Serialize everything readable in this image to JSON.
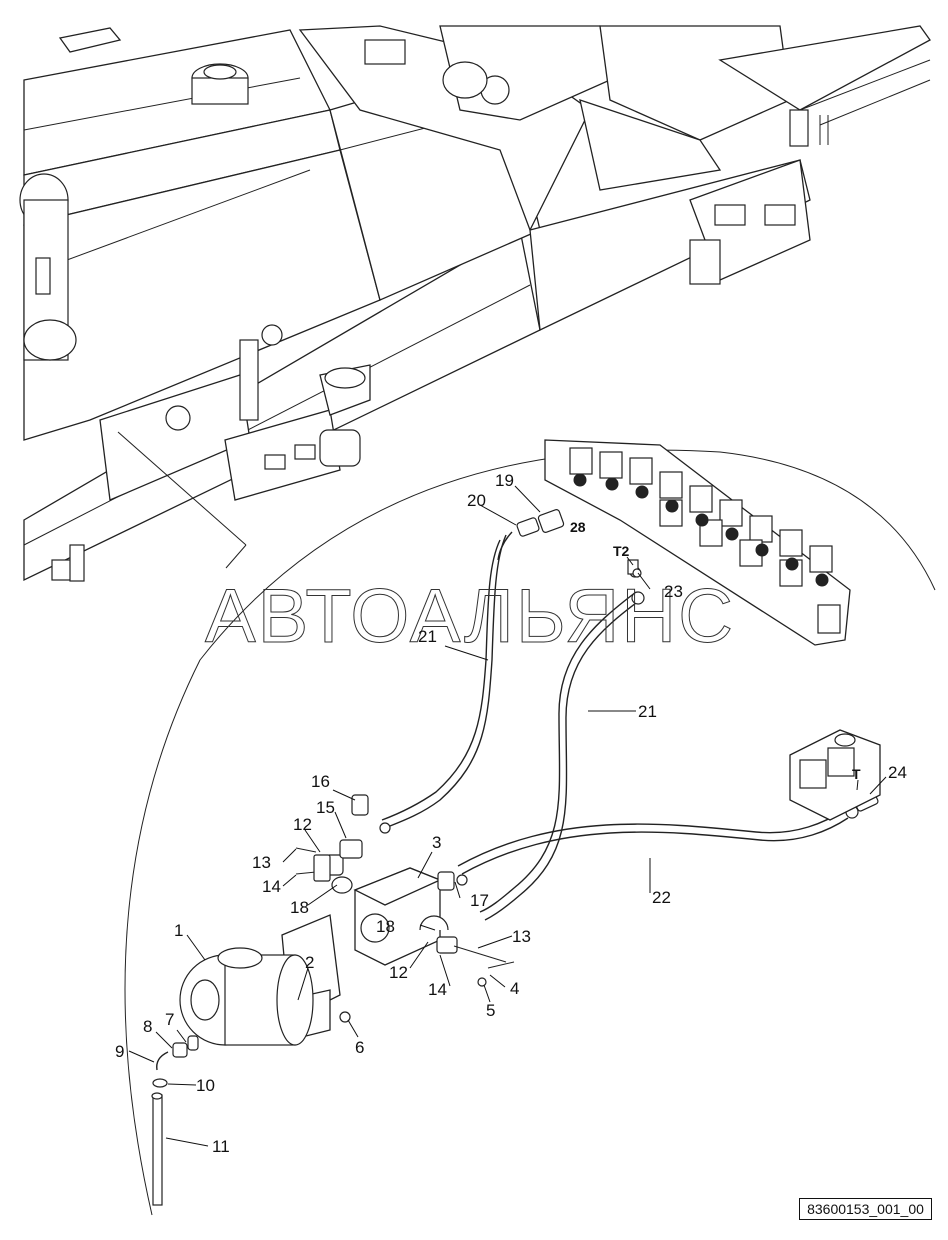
{
  "watermark": "АВТОАЛЬЯНС",
  "document_id": "83600153_001_00",
  "port_labels": {
    "t2": "T2",
    "t": "T",
    "p28": "28"
  },
  "callouts": [
    {
      "id": "c1",
      "text": "1"
    },
    {
      "id": "c2",
      "text": "2"
    },
    {
      "id": "c3",
      "text": "3"
    },
    {
      "id": "c4",
      "text": "4"
    },
    {
      "id": "c5",
      "text": "5"
    },
    {
      "id": "c6",
      "text": "6"
    },
    {
      "id": "c7",
      "text": "7"
    },
    {
      "id": "c8",
      "text": "8"
    },
    {
      "id": "c9",
      "text": "9"
    },
    {
      "id": "c10",
      "text": "10"
    },
    {
      "id": "c11",
      "text": "11"
    },
    {
      "id": "c12a",
      "text": "12"
    },
    {
      "id": "c12b",
      "text": "12"
    },
    {
      "id": "c13a",
      "text": "13"
    },
    {
      "id": "c13b",
      "text": "13"
    },
    {
      "id": "c14a",
      "text": "14"
    },
    {
      "id": "c14b",
      "text": "14"
    },
    {
      "id": "c15",
      "text": "15"
    },
    {
      "id": "c16",
      "text": "16"
    },
    {
      "id": "c17",
      "text": "17"
    },
    {
      "id": "c18a",
      "text": "18"
    },
    {
      "id": "c18b",
      "text": "18"
    },
    {
      "id": "c19",
      "text": "19"
    },
    {
      "id": "c20",
      "text": "20"
    },
    {
      "id": "c21a",
      "text": "21"
    },
    {
      "id": "c21b",
      "text": "21"
    },
    {
      "id": "c22",
      "text": "22"
    },
    {
      "id": "c23",
      "text": "23"
    },
    {
      "id": "c24",
      "text": "24"
    }
  ]
}
